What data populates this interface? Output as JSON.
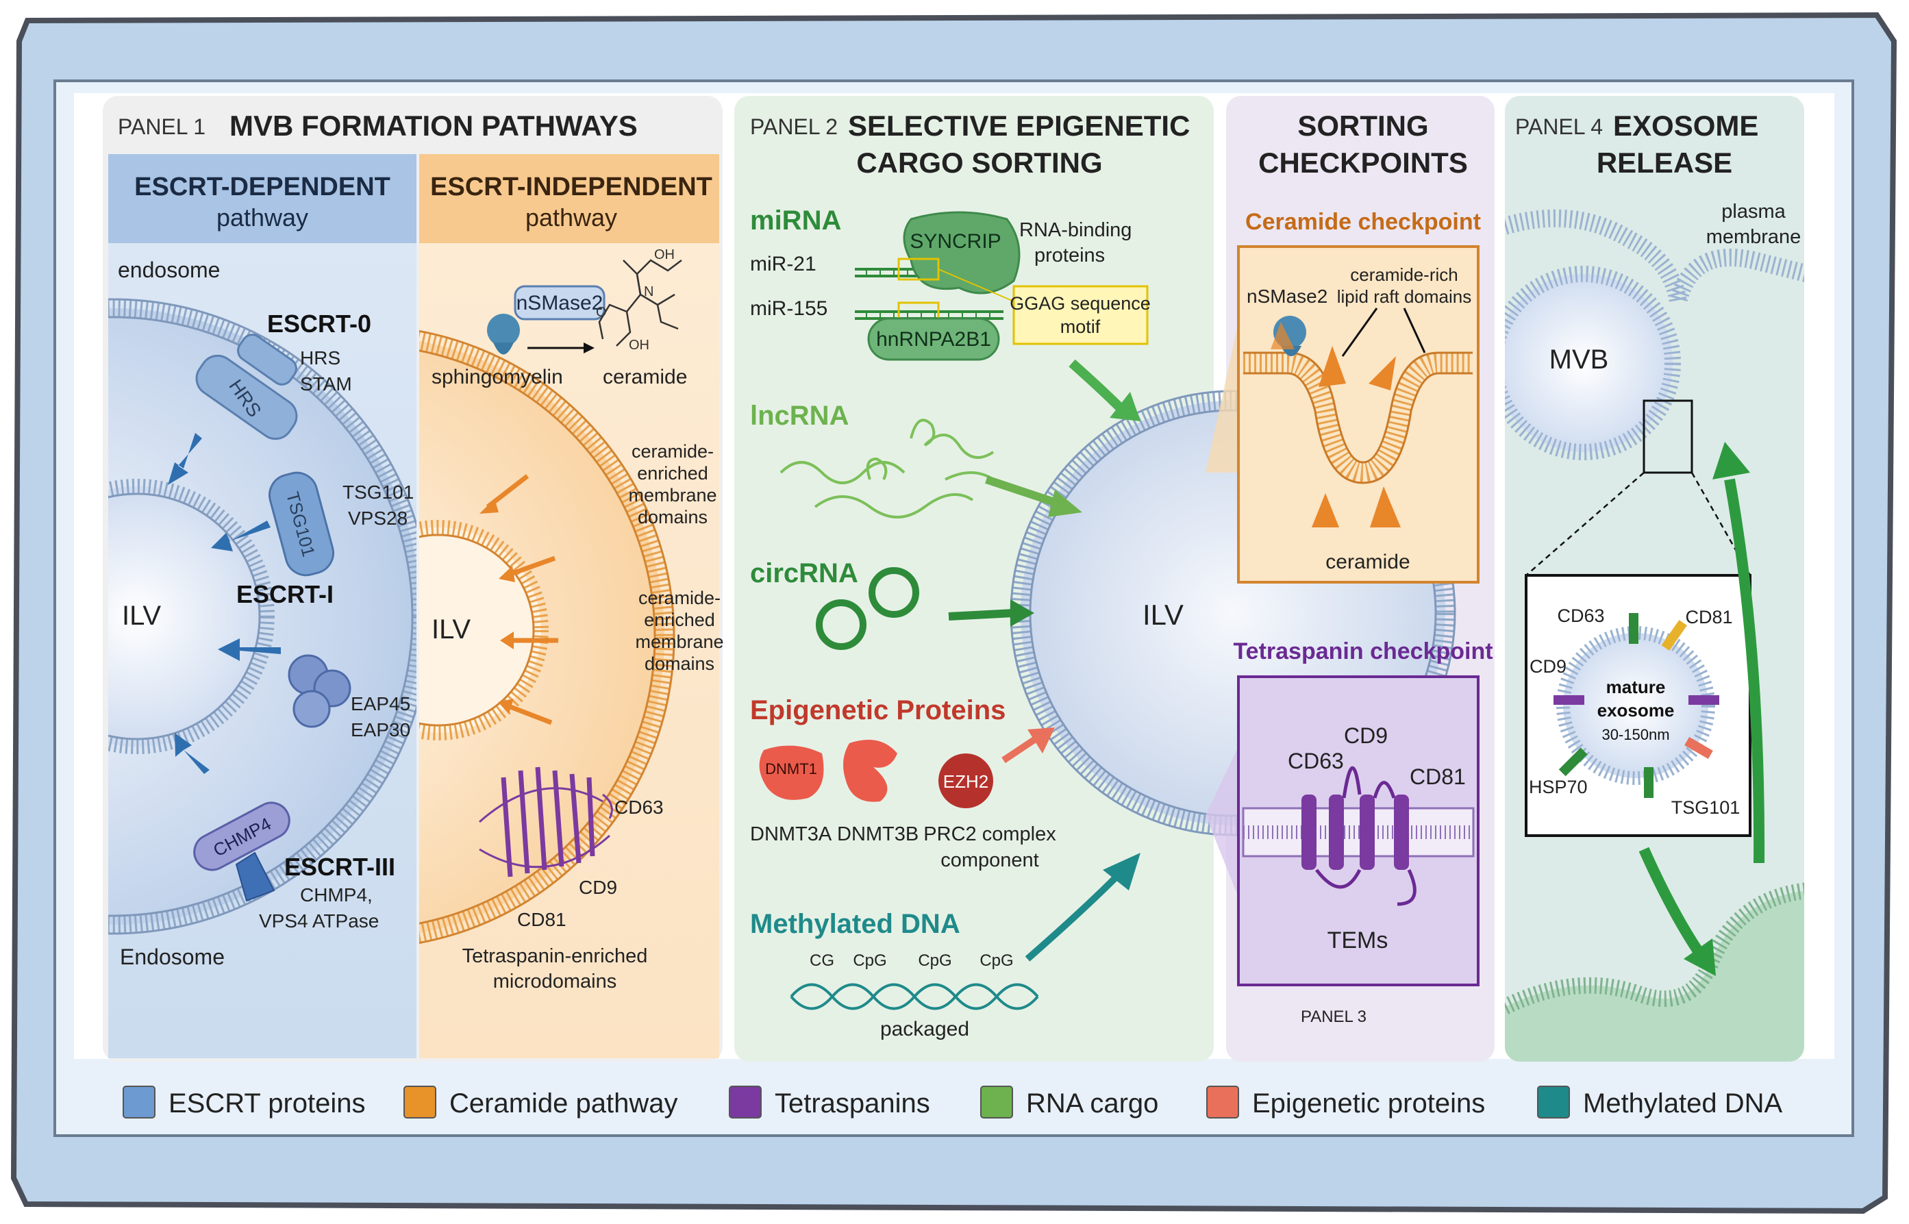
{
  "panel1": {
    "tag": "PANEL 1",
    "title": "MVB FORMATION PATHWAYS",
    "escrt_dep": {
      "line1": "ESCRT-DEPENDENT",
      "line2": "pathway"
    },
    "escrt_indep": {
      "line1": "ESCRT-INDEPENDENT",
      "line2": "pathway"
    },
    "endosome_top": "endosome",
    "endosome_bottom": "Endosome",
    "ilv": "ILV",
    "escrt0": {
      "title": "ESCRT-0",
      "l1": "HRS",
      "l2": "STAM"
    },
    "hrs_on_membrane": "HRS",
    "tsg101_on_membrane": "TSG101",
    "tsg101_label": "TSG101",
    "vps28_label": "VPS28",
    "escrt1": "ESCRT-I",
    "eap45": "EAP45",
    "eap30": "EAP30",
    "chmp4_on_membrane": "CHMP4",
    "escrt3": {
      "title": "ESCRT-III",
      "l1": "CHMP4,",
      "l2": "VPS4 ATPase"
    },
    "nsmase2": "nSMase2",
    "sphingomyelin": "sphingomyelin",
    "ceramide": "ceramide",
    "chem_oh_top": "OH",
    "chem_oh": "OH",
    "chem_n": "N",
    "chem_o": "O",
    "ceramide_domains_a": [
      "ceramide-",
      "enriched",
      "membrane",
      "domains"
    ],
    "ceramide_domains_b": [
      "ceramide-",
      "enriched",
      "membrane",
      "domains"
    ],
    "ilv2": "ILV",
    "cd63": "CD63",
    "cd9": "CD9",
    "cd81": "CD81",
    "tem_caption": [
      "Tetraspanin-enriched",
      "microdomains"
    ]
  },
  "panel2": {
    "tag": "PANEL 2",
    "title_l1": "SELECTIVE EPIGENETIC",
    "title_l2": "CARGO SORTING",
    "mirna": "miRNA",
    "mir21": "miR-21",
    "mir155": "miR-155",
    "syncrip": "SYNCRIP",
    "rbp": [
      "RNA-binding",
      "proteins"
    ],
    "hnrnpa2b1": "hnRNPA2B1",
    "ggag": [
      "GGAG sequence",
      "motif"
    ],
    "lncrna": "lncRNA",
    "circrna": "circRNA",
    "epi_title": "Epigenetic Proteins",
    "dnmt1": "DNMT1",
    "dnmt3a": "DNMT3A",
    "dnmt3b": "DNMT3B",
    "ezh2": "EZH2",
    "prc2": [
      "PRC2 complex",
      "component"
    ],
    "methyl_title": "Methylated DNA",
    "cg": [
      "CG",
      "CpG",
      "CpG",
      "CpG"
    ],
    "packaged": "packaged",
    "ilv": "ILV"
  },
  "panel3": {
    "title_l1": "SORTING",
    "title_l2": "CHECKPOINTS",
    "ceramide_cp": "Ceramide checkpoint",
    "nsmase2": "nSMase2",
    "raft": [
      "ceramide-rich",
      "lipid raft domains"
    ],
    "ceramide": "ceramide",
    "tetraspanin_cp": "Tetraspanin checkpoint",
    "cd63": "CD63",
    "cd9": "CD9",
    "cd81": "CD81",
    "tems": "TEMs",
    "tag": "PANEL 3"
  },
  "panel4": {
    "tag": "PANEL 4",
    "title_l1": "EXOSOME",
    "title_l2": "RELEASE",
    "plasma": [
      "plasma",
      "membrane"
    ],
    "mvb": "MVB",
    "cd63": "CD63",
    "cd81": "CD81",
    "cd9": "CD9",
    "mature": [
      "mature",
      "exosome",
      "30-150nm"
    ],
    "hsp70": "HSP70",
    "tsg101": "TSG101"
  },
  "legend": [
    {
      "label": "ESCRT proteins",
      "color": "#6d9ad0"
    },
    {
      "label": "Ceramide pathway",
      "color": "#e8922a"
    },
    {
      "label": "Tetraspanins",
      "color": "#7a3aa0"
    },
    {
      "label": "RNA cargo",
      "color": "#6db24e"
    },
    {
      "label": "Epigenetic proteins",
      "color": "#e9705a"
    },
    {
      "label": "Methylated DNA",
      "color": "#1f8a8a"
    }
  ],
  "colors": {
    "frame": "#bcd3ea",
    "escrt": "#6d9ad0",
    "ceramide": "#e8922a",
    "tetraspanin": "#7a3aa0",
    "rna": "#4caf50",
    "epigenetic": "#e0574a",
    "dna": "#1f8a8a"
  }
}
